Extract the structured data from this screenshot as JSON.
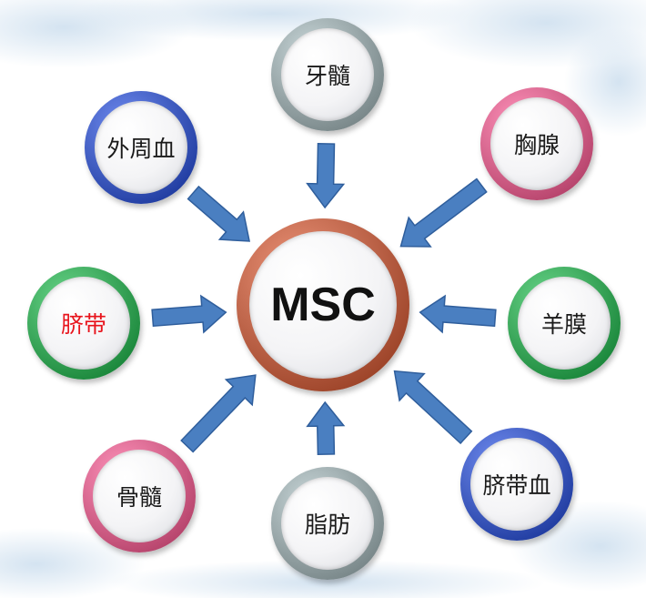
{
  "center": {
    "label": "MSC"
  },
  "sources": [
    {
      "label": "牙髓",
      "ring_color": "#8c9a9c",
      "label_color": "#1a1a1a"
    },
    {
      "label": "胸腺",
      "ring_color": "#c9577f",
      "label_color": "#1a1a1a"
    },
    {
      "label": "羊膜",
      "ring_color": "#2e9a4e",
      "label_color": "#1a1a1a"
    },
    {
      "label": "脐带血",
      "ring_color": "#3450b4",
      "label_color": "#1a1a1a"
    },
    {
      "label": "脂肪",
      "ring_color": "#8c9a9c",
      "label_color": "#1a1a1a"
    },
    {
      "label": "骨髓",
      "ring_color": "#c9577f",
      "label_color": "#1a1a1a"
    },
    {
      "label": "脐带",
      "ring_color": "#2e9a4e",
      "label_color": "#e8141c"
    },
    {
      "label": "外周血",
      "ring_color": "#3450b4",
      "label_color": "#1a1a1a"
    }
  ],
  "colors": {
    "center_ring": "#b0573c",
    "arrow": "#4a7fc1",
    "arrow_edge": "#2f5e9c"
  }
}
